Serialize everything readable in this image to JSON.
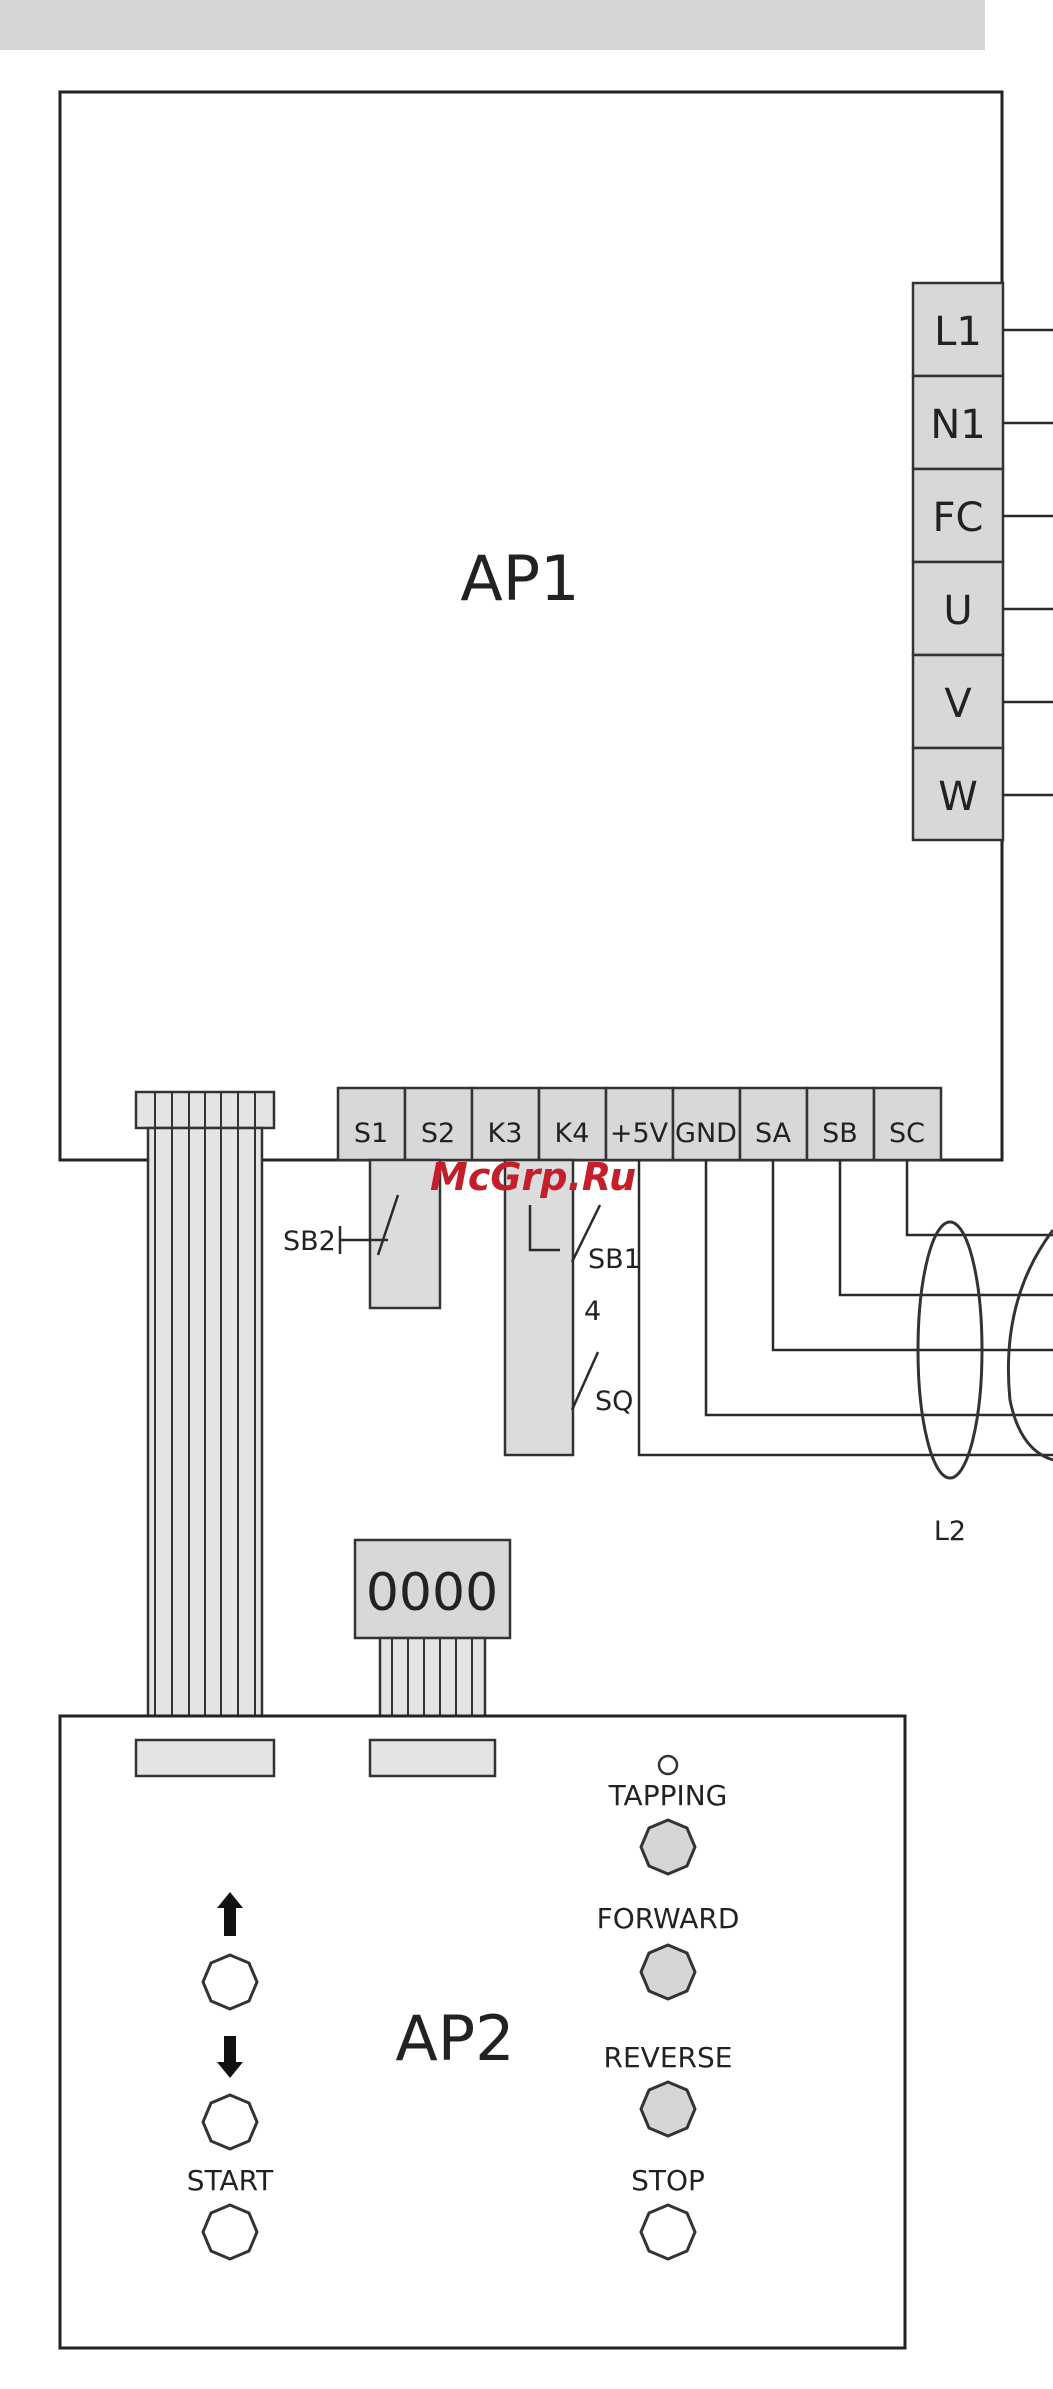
{
  "watermark": "McGrp.Ru",
  "ap1": {
    "label": "AP1",
    "right_terminals": [
      "L1",
      "N1",
      "FC",
      "U",
      "V",
      "W"
    ],
    "bottom_terminals": [
      "S1",
      "S2",
      "K3",
      "K4",
      "+5V",
      "GND",
      "SA",
      "SB",
      "SC"
    ]
  },
  "wiring": {
    "sb2": "SB2",
    "sb1": "SB1",
    "wire_number": "4",
    "sq": "SQ",
    "l2": "L2"
  },
  "display": {
    "value": "0000"
  },
  "ap2": {
    "label": "AP2",
    "buttons": {
      "up": "up-arrow-icon",
      "down": "down-arrow-icon",
      "start": "START",
      "tapping": "TAPPING",
      "forward": "FORWARD",
      "reverse": "REVERSE",
      "stop": "STOP"
    }
  },
  "colors": {
    "panel_gray": "#d8d8d8",
    "line": "#222222",
    "watermark": "#c41e2a"
  }
}
